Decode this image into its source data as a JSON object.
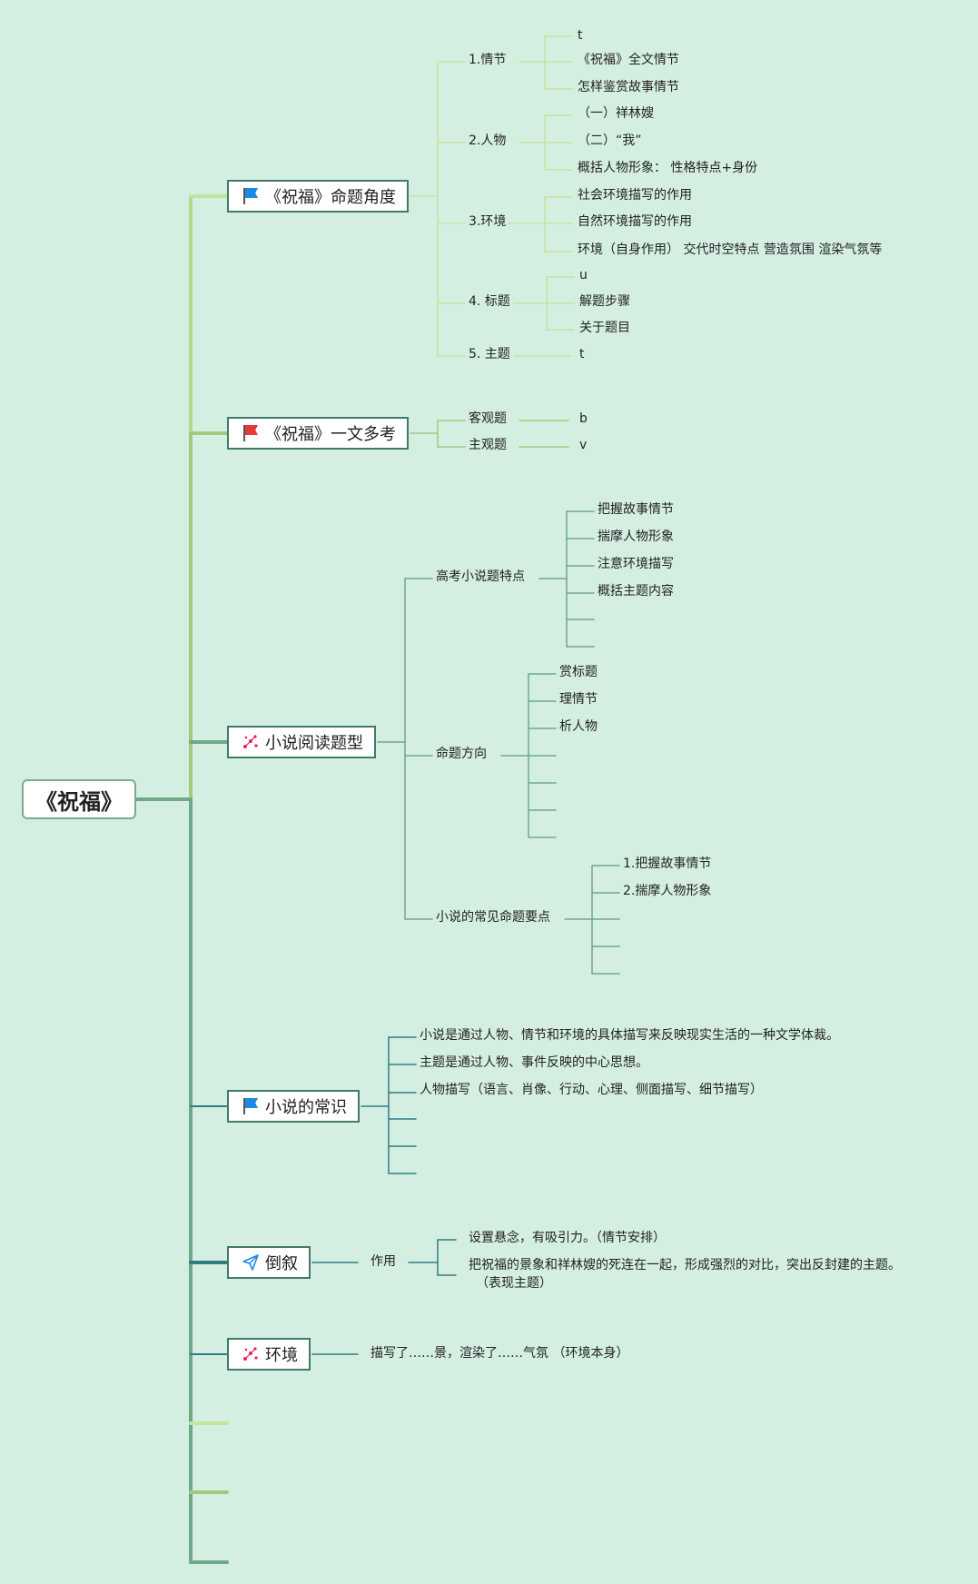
{
  "root": "《祝福》",
  "branches": [
    {
      "label": "《祝福》命题角度",
      "icon": "blue-flag-icon",
      "children": [
        {
          "label": "1.情节",
          "children": [
            "t",
            "《祝福》全文情节",
            "怎样鉴赏故事情节"
          ]
        },
        {
          "label": "2.人物",
          "children": [
            "（一）祥林嫂",
            "（二）“我”",
            "概括人物形象： 性格特点+身份"
          ]
        },
        {
          "label": "3.环境",
          "children": [
            "社会环境描写的作用",
            "自然环境描写的作用",
            "环境（自身作用） 交代时空特点 营造氛围 渲染气氛等"
          ]
        },
        {
          "label": "4. 标题",
          "children": [
            "u",
            "解题步骤",
            "关于题目"
          ]
        },
        {
          "label": "5. 主题",
          "children": [
            "t"
          ]
        }
      ]
    },
    {
      "label": "《祝福》一文多考",
      "icon": "red-flag-icon",
      "children": [
        {
          "label": "客观题",
          "children": [
            "b"
          ]
        },
        {
          "label": "主观题",
          "children": [
            "v"
          ]
        }
      ]
    },
    {
      "label": "小说阅读题型",
      "icon": "sparkle-icon",
      "children": [
        {
          "label": "高考小说题特点",
          "children": [
            "把握故事情节",
            "揣摩人物形象",
            "注意环境描写",
            "概括主题内容",
            "",
            ""
          ]
        },
        {
          "label": "命题方向",
          "children": [
            "赏标题",
            "理情节",
            "析人物",
            "",
            "",
            "",
            ""
          ]
        },
        {
          "label": "小说的常见命题要点",
          "children": [
            "1.把握故事情节",
            "2.揣摩人物形象",
            "",
            "",
            ""
          ]
        }
      ]
    },
    {
      "label": "小说的常识",
      "icon": "blue-flag-icon",
      "children": [
        {
          "label": "小说是通过人物、情节和环境的具体描写来反映现实生活的一种文学体裁。"
        },
        {
          "label": "主题是通过人物、事件反映的中心思想。"
        },
        {
          "label": "人物描写（语言、肖像、行动、心理、侧面描写、细节描写）"
        },
        {
          "label": ""
        },
        {
          "label": ""
        },
        {
          "label": ""
        }
      ]
    },
    {
      "label": "倒叙",
      "icon": "paper-plane-icon",
      "children": [
        {
          "label": "作用",
          "children": [
            "设置悬念，有吸引力。（情节安排）",
            "把祝福的景象和祥林嫂的死连在一起，形成强烈的对比，突出反封建的主题。",
            "（表现主题）"
          ]
        }
      ]
    },
    {
      "label": "环境",
      "icon": "sparkle-icon",
      "children": [
        {
          "label": "描写了……景，渲染了……气氛 （环境本身）"
        }
      ]
    },
    {
      "label": ""
    },
    {
      "label": ""
    },
    {
      "label": ""
    }
  ],
  "colors": {
    "background": "#d4efe2",
    "trunk_light": "#c5e3a0",
    "trunk_mid": "#a3c97e",
    "trunk_dark": "#6fa887",
    "deep_teal": "#2e7d83",
    "node_border": "#3f7a6a",
    "flag_blue": "#1e88e5",
    "flag_red": "#e53935",
    "sparkle_pink": "#e91e63"
  }
}
